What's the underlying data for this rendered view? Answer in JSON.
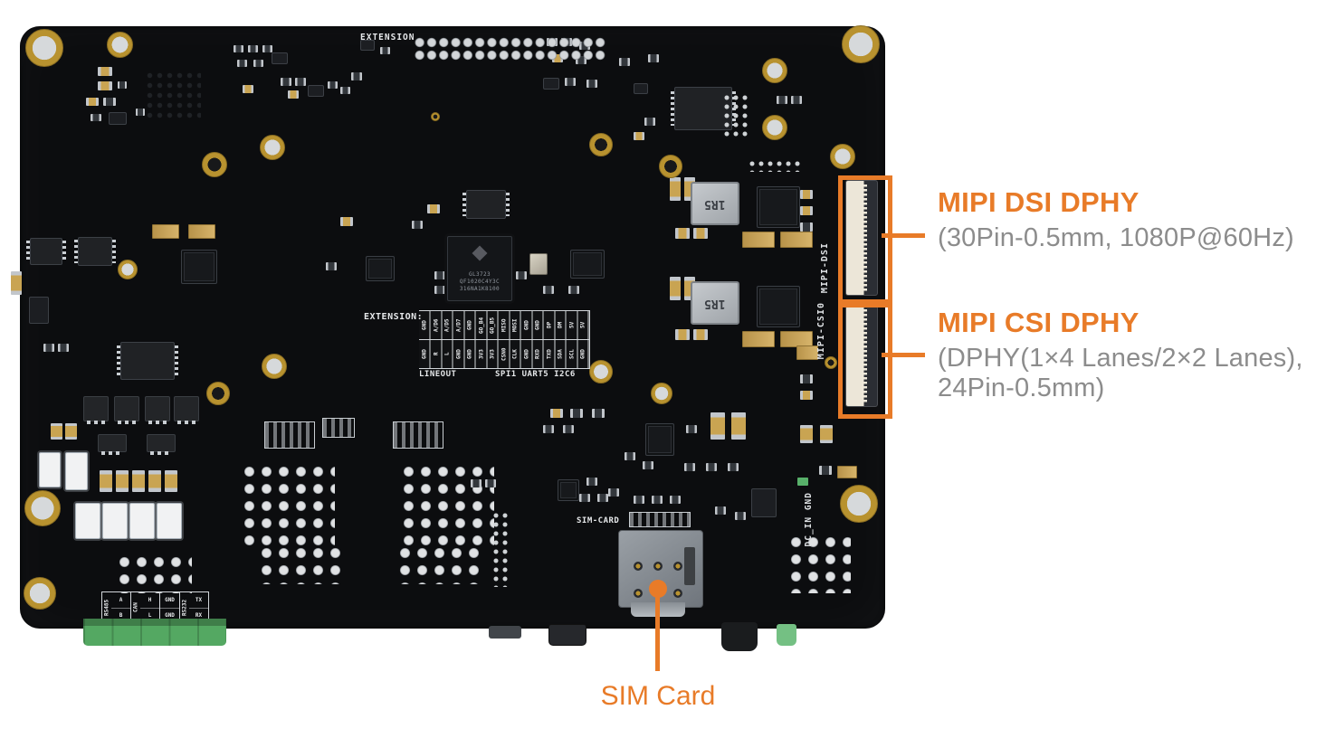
{
  "colors": {
    "accent": "#e87b28",
    "subtitle_gray": "#8c8c8c",
    "board_black": "#0c0d0f",
    "pad_gold": "#b8922f",
    "terminal_green": "#54a862"
  },
  "annotations": {
    "dsi": {
      "title": "MIPI DSI DPHY",
      "subtitle": "(30Pin-0.5mm, 1080P@60Hz)"
    },
    "csi": {
      "title": "MIPI CSI DPHY",
      "subtitle_line1": "(DPHY(1×4 Lanes/2×2 Lanes),",
      "subtitle_line2": "24Pin-0.5mm)"
    },
    "sim": {
      "label": "SIM Card"
    }
  },
  "board": {
    "silkscreen": {
      "extension_header": "EXTENSION",
      "extension_table_label": "EXTENSION:",
      "lineout": "LINEOUT",
      "spi_uart_i2c": "SPI1 UART5 I2C6",
      "sim_card": "SIM-CARD",
      "mipi_dsi": "MIPI-DSI",
      "mipi_csi": "MIPI-CSI0",
      "dc_in": "DC_IN GND"
    },
    "ext_table": {
      "top": [
        "GND",
        "A/D6",
        "A/D5",
        "A/D7",
        "GND",
        "GO_B4",
        "GO_B5",
        "MISO",
        "MOSI",
        "GND",
        "GND",
        "DP",
        "DM",
        "5V",
        "5V"
      ],
      "bottom": [
        "GND",
        "R",
        "L",
        "GND",
        "GND",
        "3V3",
        "3V3",
        "CSN0",
        "CLK",
        "GND",
        "RXD",
        "TXD",
        "SDA",
        "SCL",
        "GND"
      ]
    },
    "io_table": {
      "groups": [
        {
          "label": "RS485",
          "pins": [
            "A",
            "B"
          ]
        },
        {
          "label": "CAN",
          "pins": [
            "H",
            "L"
          ]
        },
        {
          "label": "",
          "pins": [
            "GND",
            "GND"
          ]
        },
        {
          "label": "RS232",
          "pins": [
            "TX",
            "RX"
          ]
        }
      ]
    },
    "chip": {
      "line1": "GL3723",
      "line2": "QF1020C4Y3C",
      "line3": "316NA1K8100"
    },
    "inductor_label": "1R5"
  }
}
